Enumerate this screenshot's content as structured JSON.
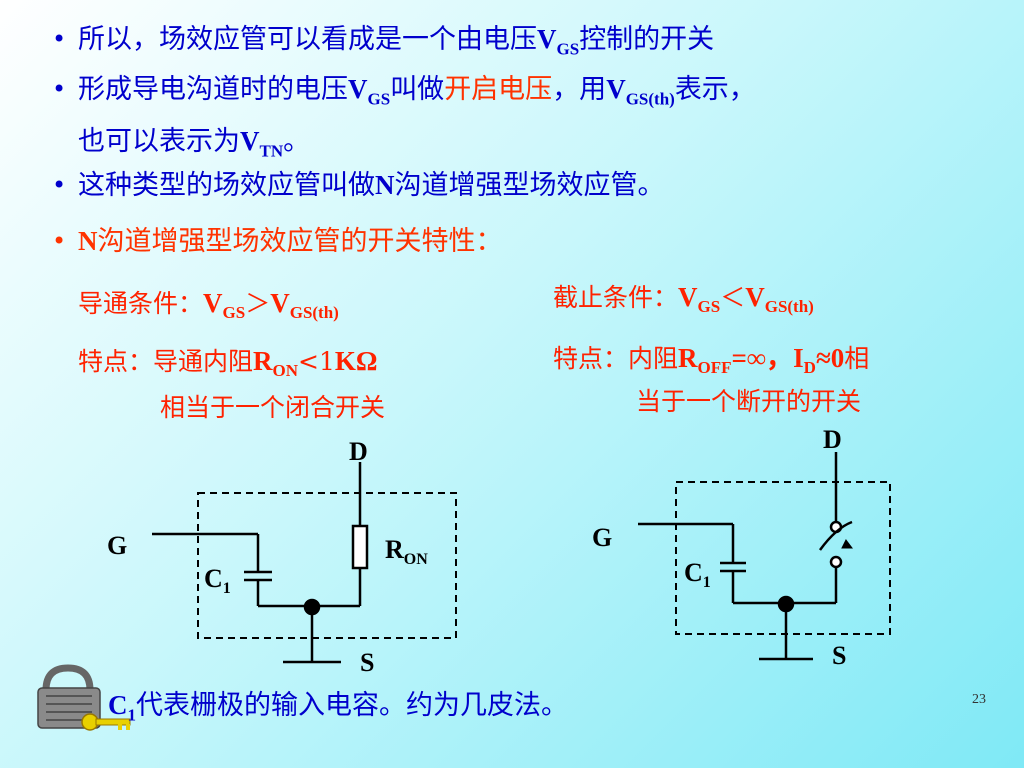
{
  "bullets": [
    {
      "a": "所以，场效应管可以看成是一个由电压",
      "v": "V",
      "sub": "GS",
      "b": "控制的开关"
    },
    {
      "a": "形成导电沟道时的电压",
      "v1": "V",
      "sub1": "GS",
      "b": "叫做",
      "red": "开启电压",
      "c": "，用",
      "v2": "V",
      "sub2": "GS(th)",
      "d": "表示，",
      "e": "也可以表示为",
      "v3": "V",
      "sub3": "TN",
      "f": "。"
    },
    {
      "a": "这种类型的场效应管叫做",
      "n": "N",
      "b": "沟道增强型场效应管。"
    },
    {
      "n": "N",
      "a": "沟道增强型场效应管的开关特性："
    }
  ],
  "left": {
    "cond_label": "导通条件：",
    "v1": "V",
    "sub1": "GS",
    "op": "＞",
    "v2": "V",
    "sub2": "GS(th)",
    "feat_a": "特点：导通内阻",
    "r": "R",
    "r_sub": "ON",
    "feat_b": "<1",
    "feat_c": "KΩ",
    "feat_line2": "相当于一个闭合开关"
  },
  "right": {
    "cond_label": "截止条件：",
    "v1": "V",
    "sub1": "GS",
    "op": "＜",
    "v2": "V",
    "sub2": "GS(th)",
    "feat_a": "特点：内阻",
    "r": "R",
    "r_sub": "OFF",
    "feat_b": "=∞，",
    "id": "I",
    "id_sub": "D",
    "feat_c": "≈0",
    "feat_d": "相",
    "feat_line2": "当于一个断开的开关"
  },
  "circuit_left": {
    "d": "D",
    "g": "G",
    "s": "S",
    "c": "C",
    "c_sub": "1",
    "r": "R",
    "r_sub": "ON"
  },
  "circuit_right": {
    "d": "D",
    "g": "G",
    "s": "S",
    "c": "C",
    "c_sub": "1"
  },
  "footer": {
    "c": "C",
    "c_sub": "1",
    "text": "代表栅极的输入电容。约为几皮法。"
  },
  "page_number": "23"
}
